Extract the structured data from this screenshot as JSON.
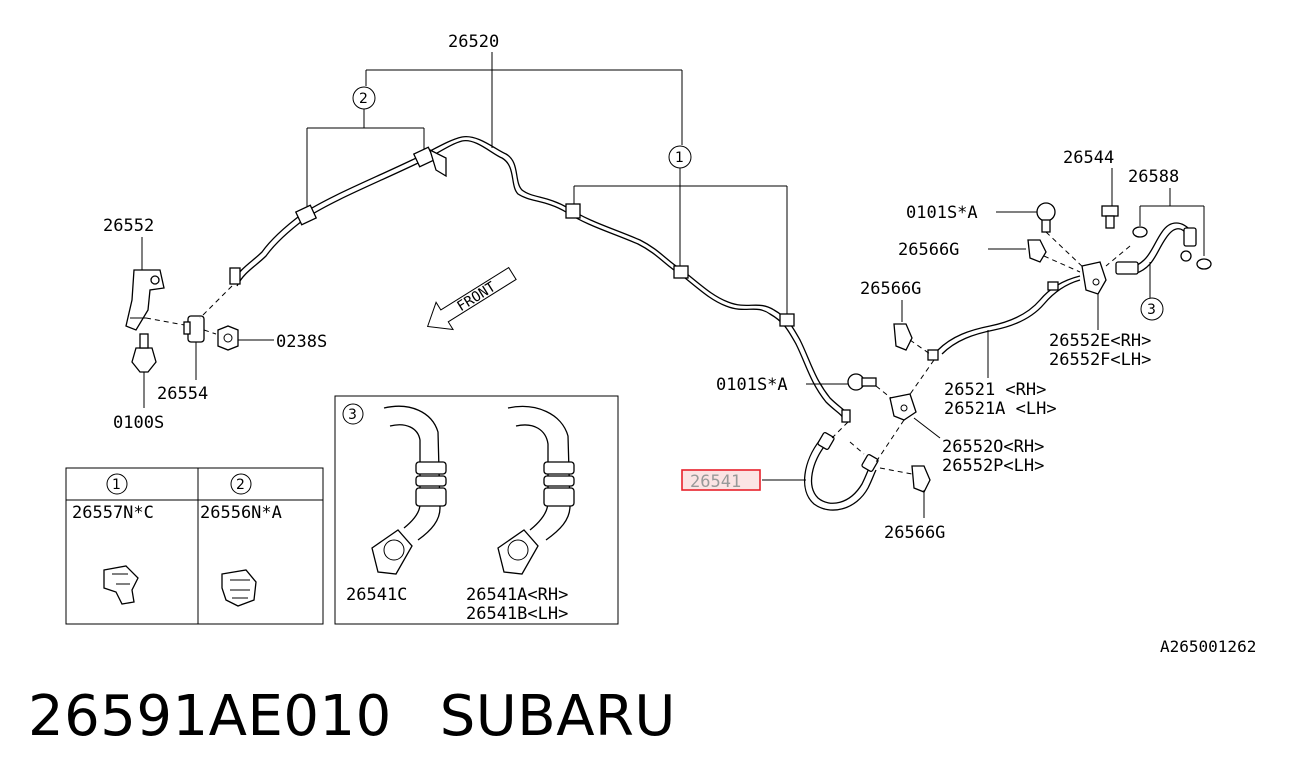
{
  "parts": {
    "p26520": "26520",
    "p26552": "26552",
    "p26554": "26554",
    "p0238S": "0238S",
    "p0100S": "0100S",
    "p26544": "26544",
    "p26588": "26588",
    "p0101SA_top": "0101S*A",
    "p26566G_a": "26566G",
    "p26566G_b": "26566G",
    "p26566G_c": "26566G",
    "p26552E": "26552E<RH>",
    "p26552F": "26552F<LH>",
    "p26521": "26521  <RH>",
    "p26521A": "26521A <LH>",
    "p0101SA_mid": "0101S*A",
    "p26552O": "26552O<RH>",
    "p26552P": "26552P<LH>",
    "p26541": "26541",
    "p26541C": "26541C",
    "p26541A": "26541A<RH>",
    "p26541B": "26541B<LH>"
  },
  "callouts": {
    "c1": "1",
    "c2": "2",
    "c3": "3"
  },
  "clip_table": {
    "col1_num": "1",
    "col2_num": "2",
    "col1_part": "26557N*C",
    "col2_part": "26556N*A"
  },
  "detail_box": {
    "num": "3"
  },
  "front_label": "FRONT",
  "diagram_code": "A265001262",
  "footer": {
    "part_number": "26591AE010",
    "brand": "SUBARU"
  },
  "highlight_color": "#e8212b"
}
